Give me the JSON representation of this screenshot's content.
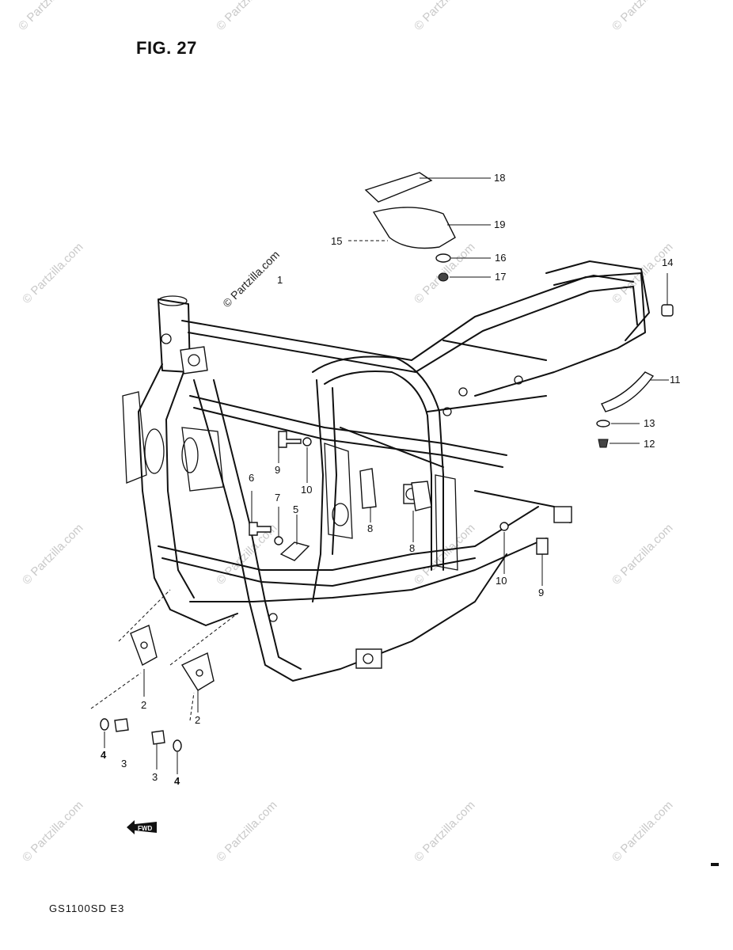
{
  "figure": {
    "title": "FIG. 27",
    "model": "GS1100SD E3"
  },
  "watermarks": {
    "main": "© Partzilla.com",
    "repeat": "© Partzilla.com"
  },
  "fwd_label": "FWD",
  "callouts": {
    "c1": "1",
    "c2a": "2",
    "c2b": "2",
    "c3a": "3",
    "c3b": "3",
    "c4a": "4",
    "c4b": "4",
    "c5": "5",
    "c6": "6",
    "c7": "7",
    "c8a": "8",
    "c8b": "8",
    "c9a": "9",
    "c9b": "9",
    "c10a": "10",
    "c10b": "10",
    "c11": "11",
    "c12": "12",
    "c13": "13",
    "c14": "14",
    "c15": "15",
    "c16": "16",
    "c17": "17",
    "c18": "18",
    "c19": "19"
  }
}
